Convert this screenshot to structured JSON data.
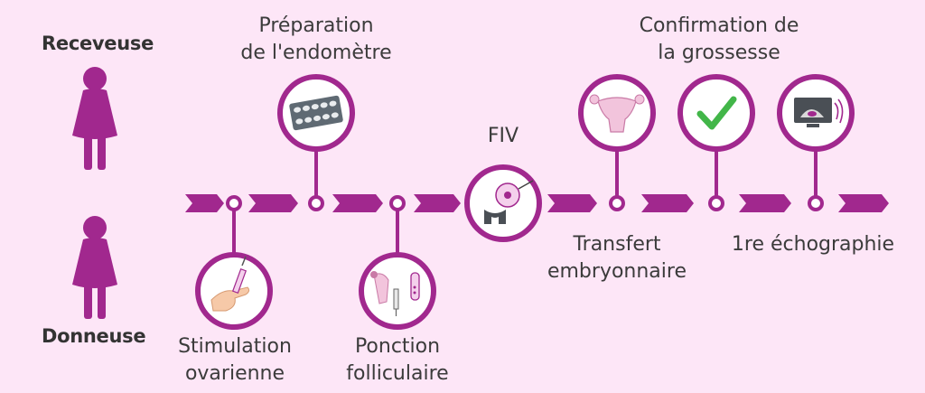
{
  "roles": {
    "recipient": "Receveuse",
    "donor": "Donneuse"
  },
  "steps": {
    "endometrium": [
      "Préparation",
      "de l'endomètre"
    ],
    "stimulation": [
      "Stimulation",
      "ovarienne"
    ],
    "puncture": [
      "Ponction",
      "folliculaire"
    ],
    "ivf": "FIV",
    "transfer": [
      "Transfert",
      "embryonnaire"
    ],
    "pregnancy": [
      "Confirmation de",
      "la grossesse"
    ],
    "ultrasound": "1re échographie"
  },
  "colors": {
    "background": "#fde6f7",
    "accent": "#a1288e",
    "figure": "#a1288e",
    "text": "#3b3b3b"
  },
  "icons": {
    "endometrium": "pill-blister-icon",
    "stimulation": "syringe-hand-icon",
    "puncture": "uterus-syringe-tube-icon",
    "ivf": "microinjection-icon",
    "transfer": "uterus-icon",
    "pregnancy": "check-mark-icon",
    "ultrasound": "ultrasound-monitor-icon"
  }
}
